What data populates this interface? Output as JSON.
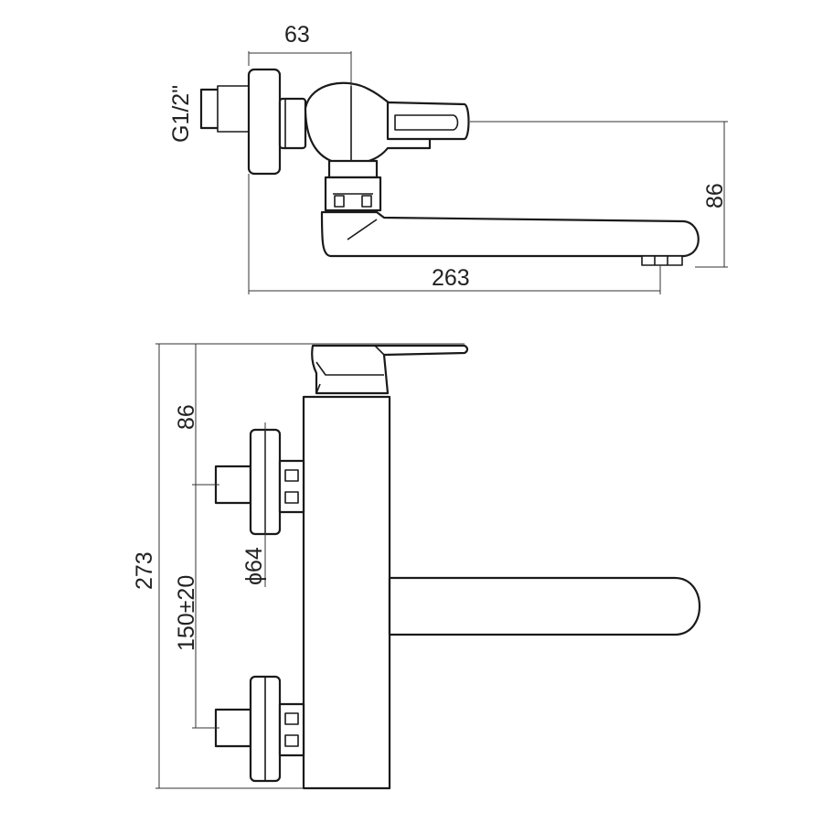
{
  "dimensions": {
    "top_width": "63",
    "thread": "G1/2\"",
    "height_right": "86",
    "overall_length": "263",
    "lever_offset": "86",
    "overall_height": "273",
    "centers": "150±20",
    "flange_diameter": "ϕ64"
  },
  "colors": {
    "line": "#1a1a1a",
    "dimension": "#333333",
    "background": "#ffffff"
  }
}
